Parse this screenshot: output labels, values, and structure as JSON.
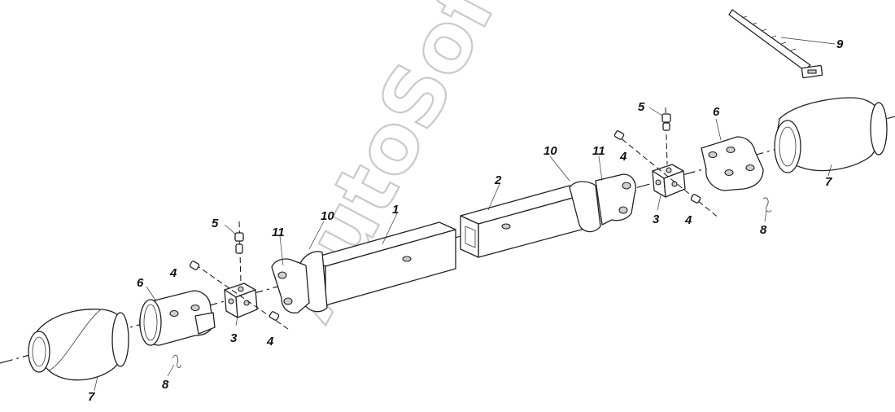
{
  "watermark": "AutoSoft",
  "labels": {
    "l1": "1",
    "l2": "2",
    "l3a": "3",
    "l3b": "3",
    "l4a": "4",
    "l4b": "4",
    "l4c": "4",
    "l4d": "4",
    "l5a": "5",
    "l5b": "5",
    "l6a": "6",
    "l6b": "6",
    "l7a": "7",
    "l7b": "7",
    "l8a": "8",
    "l8b": "8",
    "l9": "9",
    "l10a": "10",
    "l10b": "10",
    "l11a": "11",
    "l11b": "11"
  }
}
